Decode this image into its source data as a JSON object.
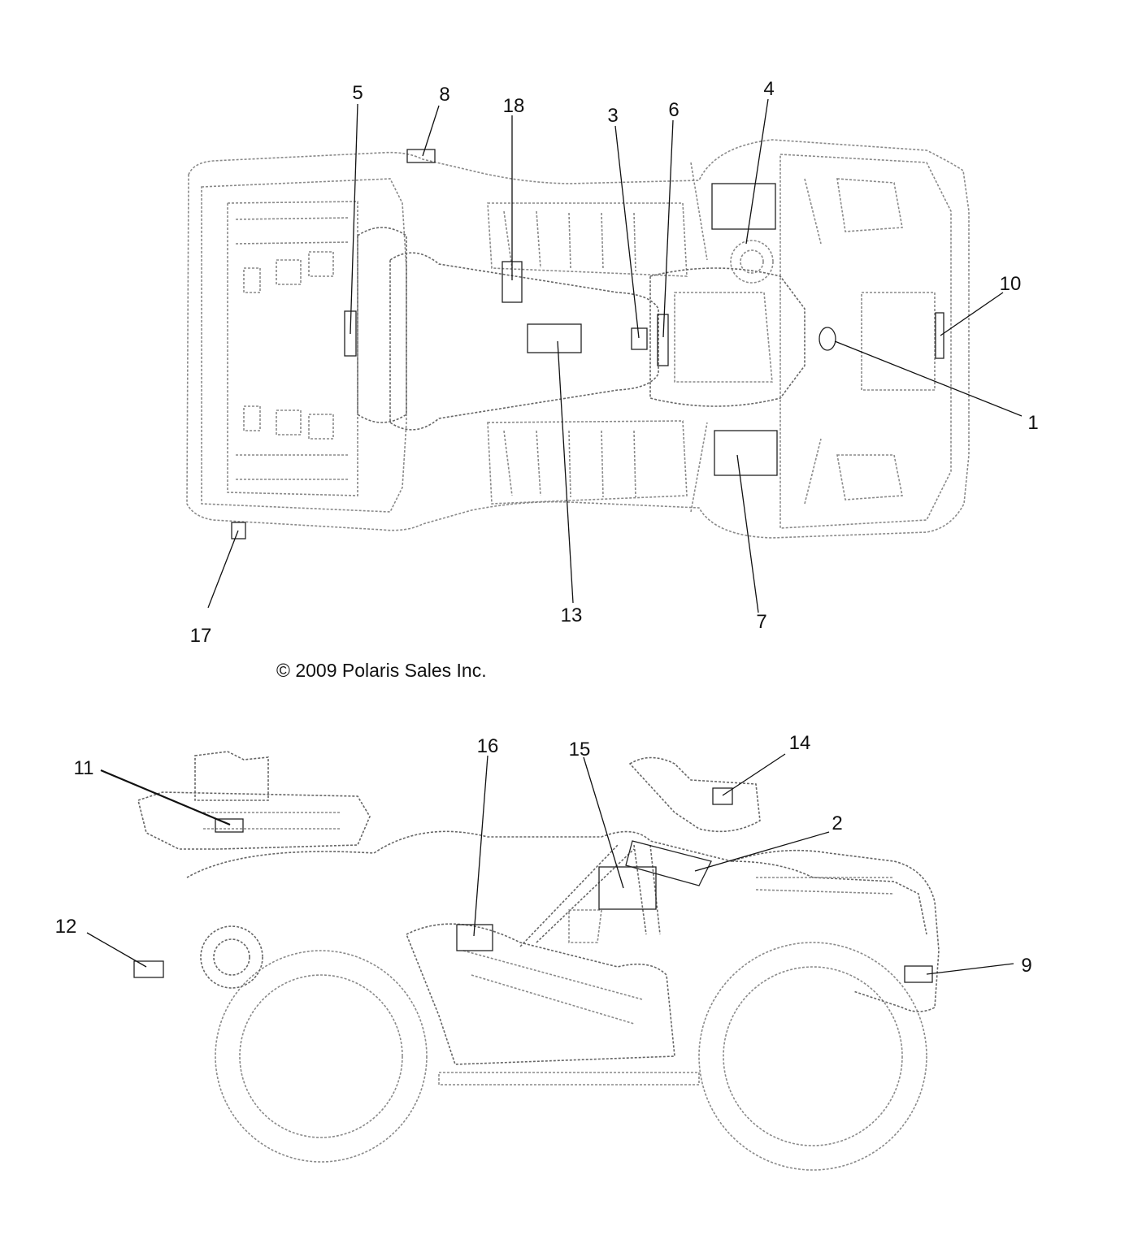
{
  "copyright": "© 2009 Polaris Sales Inc.",
  "top_view_callouts": [
    "5",
    "8",
    "18",
    "3",
    "6",
    "4",
    "10",
    "1",
    "17",
    "13",
    "7"
  ],
  "side_view_callouts": [
    "11",
    "16",
    "15",
    "14",
    "2",
    "12",
    "9"
  ],
  "colors": {
    "line": "#8a8a8a",
    "ink": "#111111"
  }
}
